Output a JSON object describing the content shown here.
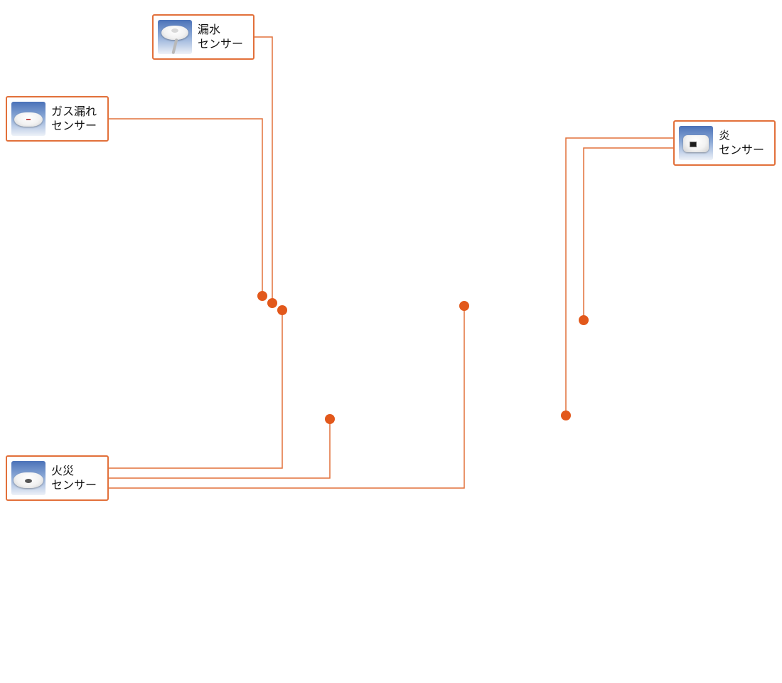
{
  "accent_color": "#e2581b",
  "sensors": {
    "water_leak": {
      "line1": "漏水",
      "line2": "センサー",
      "icon": "water-leak-sensor-icon"
    },
    "gas_leak": {
      "line1": "ガス漏れ",
      "line2": "センサー",
      "icon": "gas-leak-sensor-icon"
    },
    "flame": {
      "line1": "炎",
      "line2": "センサー",
      "icon": "flame-sensor-icon"
    },
    "fire": {
      "line1": "火災",
      "line2": "センサー",
      "icon": "fire-sensor-icon"
    }
  }
}
